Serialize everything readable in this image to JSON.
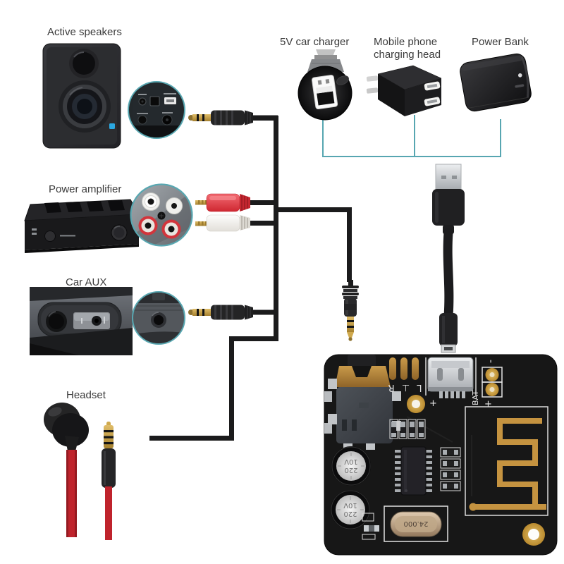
{
  "labels": {
    "active_speakers": "Active speakers",
    "power_amplifier": "Power amplifier",
    "car_aux": "Car AUX",
    "headset": "Headset",
    "car_charger": "5V car charger",
    "phone_charger_line1": "Mobile phone",
    "phone_charger_line2": "charging head",
    "power_bank": "Power Bank"
  },
  "board_silkscreen": {
    "audio_channels": "L ⊥ R",
    "micro_usb_plus": "+",
    "battery_minus": "-",
    "battery_label": "BAT",
    "battery_plus": "+",
    "crystal_frequency": "24.000",
    "capacitor_value": "220",
    "capacitor_voltage": "10V"
  },
  "icons": {
    "speaker_image": "studio-monitor-speaker",
    "speaker_ports_inset": "speaker-rear-ports-zoom",
    "amplifier_image": "power-amplifier-unit",
    "amplifier_ports_inset": "rca-jacks-zoom",
    "car_dashboard_image": "car-aux-panel-photo",
    "car_aux_inset": "aux-port-zoom",
    "headset_image": "earbud-with-jack",
    "car_charger_image": "usb-car-charger",
    "phone_charger_image": "wall-charging-head",
    "power_bank_image": "portable-power-bank",
    "usb_cable_image": "usb-a-to-micro-usb-cable",
    "aux_plug_image": "3.5mm-jack-plug",
    "rca_plugs_image": "red-white-rca-plugs",
    "board_image": "bluetooth-audio-receiver-pcb"
  },
  "colors": {
    "background": "#ffffff",
    "label_text": "#3b3b3b",
    "wire_black": "#1b1b1c",
    "bracket_teal": "#57a6b1",
    "rca_red": "#d52b34",
    "rca_white": "#efece6",
    "headset_cable_red": "#bf232c",
    "pcb_black": "#171717",
    "copper_pad": "#b5773f",
    "antenna_gold": "#c59340",
    "silkscreen_white": "#e8e8e8"
  }
}
